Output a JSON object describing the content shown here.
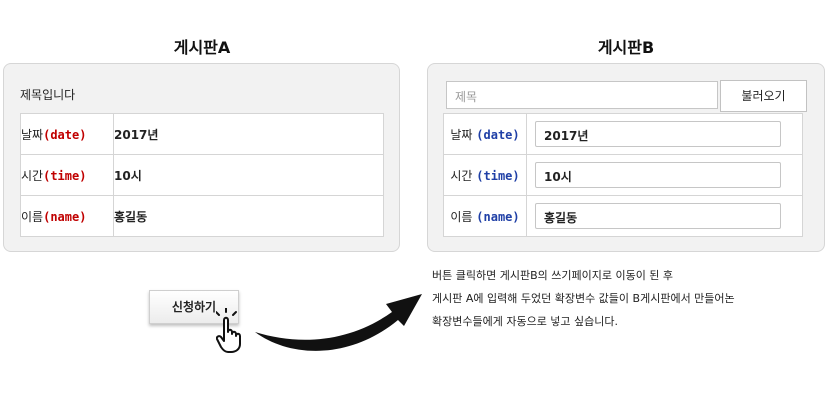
{
  "boardA": {
    "title": "게시판A",
    "subject": "제목입니다",
    "rows": [
      {
        "label": "날짜",
        "key": "(date)",
        "value": "2017년"
      },
      {
        "label": "시간",
        "key": "(time)",
        "value": "10시"
      },
      {
        "label": "이름",
        "key": "(name)",
        "value": "홍길동"
      }
    ],
    "button_label": "신청하기"
  },
  "boardB": {
    "title": "게시판B",
    "subject_placeholder": "제목",
    "load_button": "불러오기",
    "rows": [
      {
        "label": "날짜",
        "key": "(date)",
        "value": "2017년"
      },
      {
        "label": "시간",
        "key": "(time)",
        "value": "10시"
      },
      {
        "label": "이름",
        "key": "(name)",
        "value": "홍길동"
      }
    ]
  },
  "description": [
    "버튼 클릭하면 게시판B의 쓰기페이지로 이동이 된 후",
    "게시판 A에 입력해 두었던 확장변수 값들이 B게시판에서 만들어논",
    "확장변수들에게 자동으로 넣고 싶습니다."
  ],
  "icons": {
    "cursor": "hand-pointer-icon",
    "arrow": "curved-arrow-icon"
  },
  "colors": {
    "key_a": "#c00000",
    "key_b": "#1f3fa6"
  }
}
